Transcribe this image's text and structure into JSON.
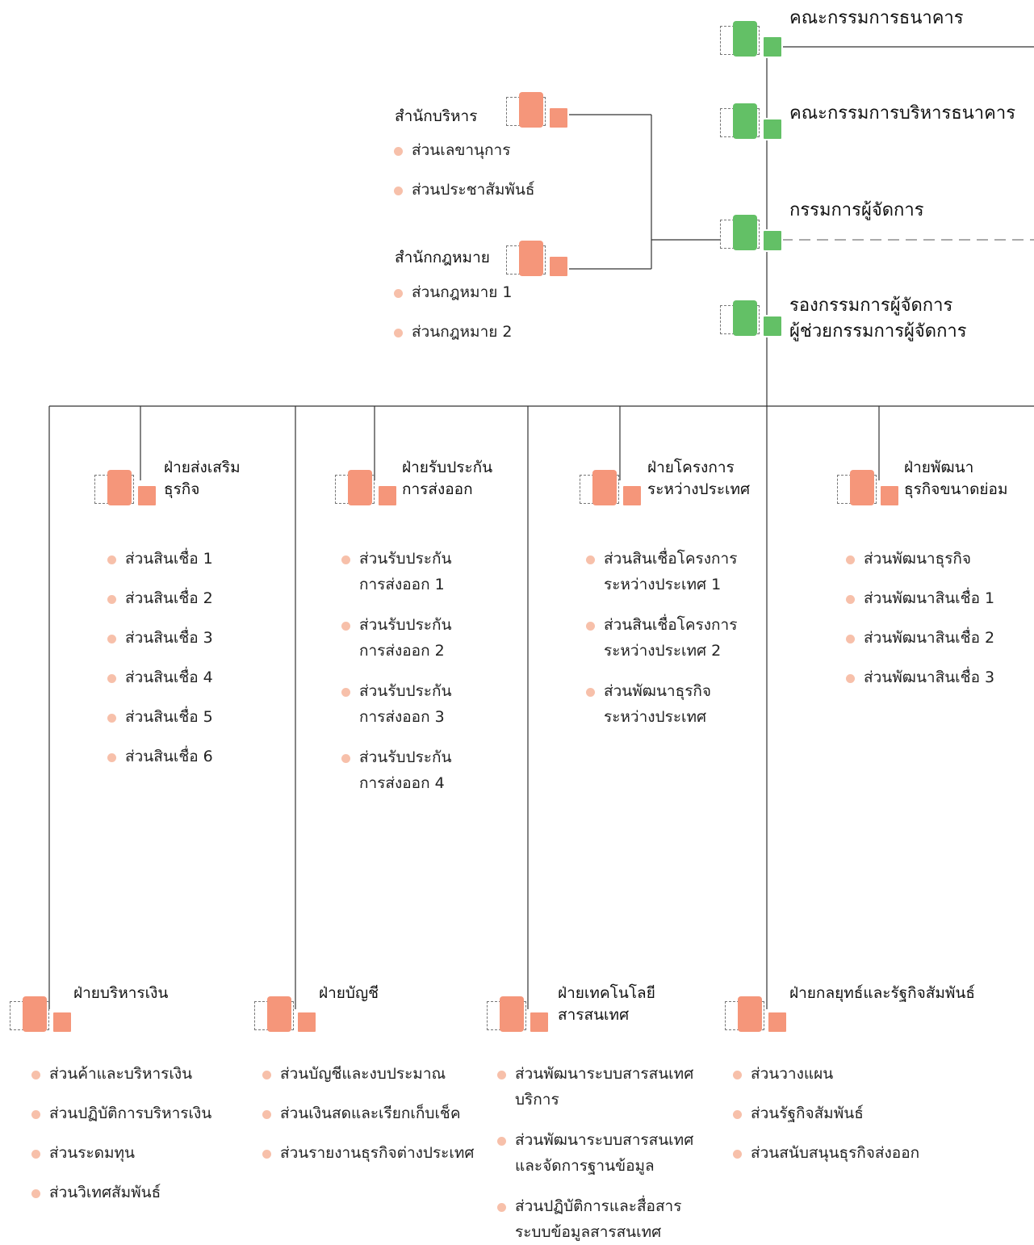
{
  "colors": {
    "green": "#63c066",
    "orange": "#f5967a",
    "bullet": "#f7c0aa",
    "line": "#333333"
  },
  "hierarchy": {
    "board": "คณะกรรมการธนาคาร",
    "exec_board": "คณะกรรมการบริหารธนาคาร",
    "president": "กรรมการผู้จัดการ",
    "vp": "รองกรรมการผู้จัดการ",
    "avp": "ผู้ช่วยกรรมการผู้จัดการ"
  },
  "offices": [
    {
      "title": "สำนักบริหาร",
      "items": [
        "ส่วนเลขานุการ",
        "ส่วนประชาสัมพันธ์"
      ]
    },
    {
      "title": "สำนักกฎหมาย",
      "items": [
        "ส่วนกฎหมาย 1",
        "ส่วนกฎหมาย 2"
      ]
    }
  ],
  "divisions_top": [
    {
      "title": "ฝ่ายส่งเสริม\nธุรกิจ",
      "items": [
        "ส่วนสินเชื่อ 1",
        "ส่วนสินเชื่อ 2",
        "ส่วนสินเชื่อ 3",
        "ส่วนสินเชื่อ 4",
        "ส่วนสินเชื่อ 5",
        "ส่วนสินเชื่อ 6"
      ]
    },
    {
      "title": "ฝ่ายรับประกัน\nการส่งออก",
      "items": [
        "ส่วนรับประกัน\nการส่งออก 1",
        "ส่วนรับประกัน\nการส่งออก 2",
        "ส่วนรับประกัน\nการส่งออก 3",
        "ส่วนรับประกัน\nการส่งออก 4"
      ]
    },
    {
      "title": "ฝ่ายโครงการ\nระหว่างประเทศ",
      "items": [
        "ส่วนสินเชื่อโครงการ\nระหว่างประเทศ 1",
        "ส่วนสินเชื่อโครงการ\nระหว่างประเทศ 2",
        "ส่วนพัฒนาธุรกิจ\nระหว่างประเทศ"
      ]
    },
    {
      "title": "ฝ่ายพัฒนา\nธุรกิจขนาดย่อม",
      "items": [
        "ส่วนพัฒนาธุรกิจ",
        "ส่วนพัฒนาสินเชื่อ 1",
        "ส่วนพัฒนาสินเชื่อ 2",
        "ส่วนพัฒนาสินเชื่อ 3"
      ]
    }
  ],
  "divisions_bottom": [
    {
      "title": "ฝ่ายบริหารเงิน",
      "items": [
        "ส่วนค้าและบริหารเงิน",
        "ส่วนปฏิบัติการบริหารเงิน",
        "ส่วนระดมทุน",
        "ส่วนวิเทศสัมพันธ์"
      ]
    },
    {
      "title": "ฝ่ายบัญชี",
      "items": [
        "ส่วนบัญชีและงบประมาณ",
        "ส่วนเงินสดและเรียกเก็บเช็ค",
        "ส่วนรายงานธุรกิจต่างประเทศ"
      ]
    },
    {
      "title": "ฝ่ายเทคโนโลยี\nสารสนเทศ",
      "items": [
        "ส่วนพัฒนาระบบสารสนเทศ\nบริการ",
        "ส่วนพัฒนาระบบสารสนเทศ\nและจัดการฐานข้อมูล",
        "ส่วนปฏิบัติการและสื่อสาร\nระบบข้อมูลสารสนเทศ"
      ]
    },
    {
      "title": "ฝ่ายกลยุทธ์และรัฐกิจสัมพันธ์",
      "items": [
        "ส่วนวางแผน",
        "ส่วนรัฐกิจสัมพันธ์",
        "ส่วนสนับสนุนธุรกิจส่งออก"
      ]
    }
  ]
}
